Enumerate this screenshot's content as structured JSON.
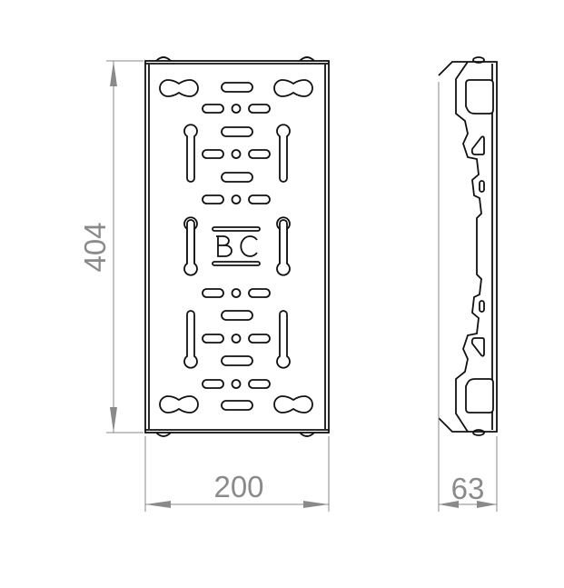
{
  "drawing": {
    "dimensions": {
      "height_label": "404",
      "width_label": "200",
      "depth_label": "63"
    },
    "logo_text": "BC",
    "colors": {
      "line": "#111111",
      "dimension": "#8a8a8a",
      "background": "#ffffff"
    }
  }
}
